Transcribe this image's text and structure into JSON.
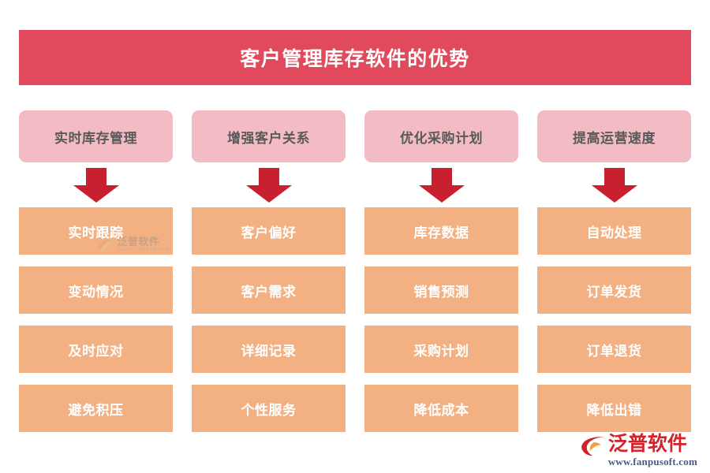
{
  "title": {
    "text": "客户管理库存软件的优势",
    "banner_color": "#e04a5c",
    "text_color": "#ffffff"
  },
  "colors": {
    "banner_red": "#e04a5c",
    "header_pink": "#f3bcc4",
    "header_text": "#595959",
    "item_orange": "#f3b183",
    "item_text": "#ffffff",
    "arrow_red": "#c8202e",
    "brand_red": "#d2232a",
    "brand_url_blue": "#4b5b84"
  },
  "columns": [
    {
      "header": "实时库存管理",
      "arrow": "down-arrow-icon",
      "items": [
        "实时跟踪",
        "变动情况",
        "及时应对",
        "避免积压"
      ]
    },
    {
      "header": "增强客户关系",
      "arrow": "down-arrow-icon",
      "items": [
        "客户偏好",
        "客户需求",
        "详细记录",
        "个性服务"
      ]
    },
    {
      "header": "优化采购计划",
      "arrow": "down-arrow-icon",
      "items": [
        "库存数据",
        "销售预测",
        "采购计划",
        "降低成本"
      ]
    },
    {
      "header": "提高运营速度",
      "arrow": "down-arrow-icon",
      "items": [
        "自动处理",
        "订单发货",
        "订单退货",
        "降低出错"
      ]
    }
  ],
  "watermark": {
    "name_cn": "泛普软件",
    "name_en": "FANPU SOFTWARE",
    "mark": "fanpu-leaf-icon"
  },
  "brand": {
    "name_cn": "泛普软件",
    "url": "www.fanpusoft.com",
    "mark": "fanpu-swoosh-icon"
  }
}
